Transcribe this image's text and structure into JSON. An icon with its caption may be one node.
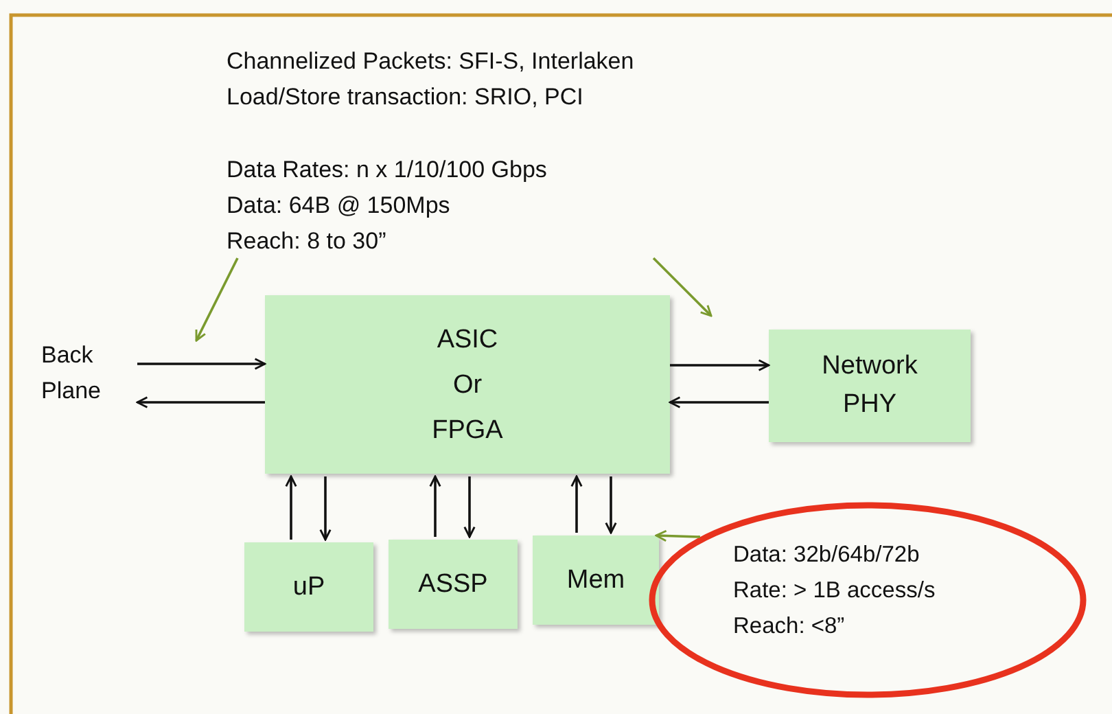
{
  "diagram": {
    "nodes": [
      {
        "text": [
          "Channelized Packets: SFI-S, Interlaken",
          "Load/Store transaction: SRIO, PCI",
          "Data Rates: n x 1/10/100 Gbps",
          "Data: 64B @ 150Mps",
          "Reach: 8 to 30”"
        ]
      },
      {
        "text": [
          "Back Plane"
        ]
      },
      {
        "text": [
          "ASIC Or FPGA"
        ]
      },
      {
        "text": [
          "Network PHY"
        ]
      },
      {
        "text": [
          "uP"
        ]
      },
      {
        "text": [
          "ASSP"
        ]
      },
      {
        "text": [
          "Mem"
        ]
      },
      {
        "text": [
          "Data: 32b/64b/72b",
          "Rate: > 1B access/s",
          "Reach: <8”"
        ]
      }
    ],
    "edges": [
      {
        "from": 1,
        "to": 2,
        "arrow": "to"
      },
      {
        "from": 2,
        "to": 1,
        "arrow": "to"
      },
      {
        "from": 2,
        "to": 3,
        "arrow": "to"
      },
      {
        "from": 3,
        "to": 2,
        "arrow": "to"
      },
      {
        "from": 4,
        "to": 2,
        "arrow": "to"
      },
      {
        "from": 2,
        "to": 4,
        "arrow": "to"
      },
      {
        "from": 5,
        "to": 2,
        "arrow": "to"
      },
      {
        "from": 2,
        "to": 5,
        "arrow": "to"
      },
      {
        "from": 6,
        "to": 2,
        "arrow": "to"
      },
      {
        "from": 2,
        "to": 6,
        "arrow": "to"
      },
      {
        "from": 0,
        "to": null,
        "arrow": "to",
        "color": "#7a9a2e"
      },
      {
        "from": 0,
        "to": null,
        "arrow": "to",
        "color": "#7a9a2e"
      },
      {
        "from": 7,
        "to": 6,
        "arrow": "to",
        "color": "#7a9a2e"
      }
    ]
  }
}
